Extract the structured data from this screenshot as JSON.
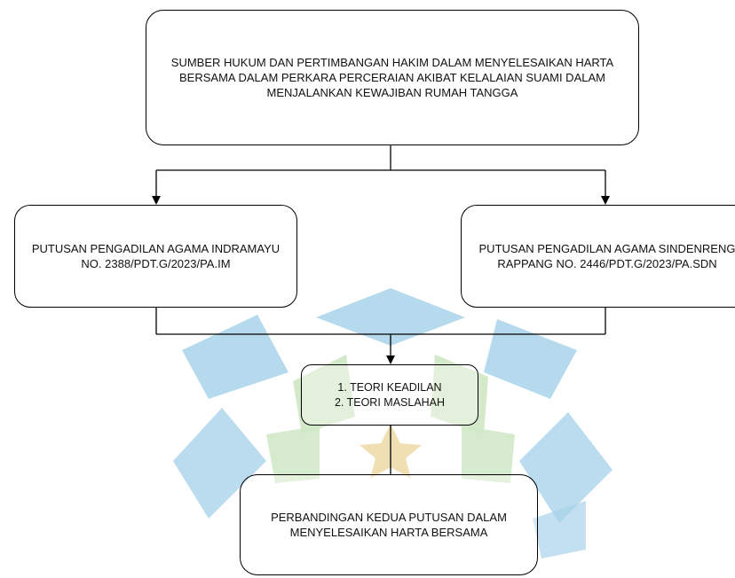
{
  "colors": {
    "line": "#000000",
    "watermark_blue": "#a9d3ea",
    "watermark_green": "#cfe7c4",
    "watermark_gold": "#f0ddb0"
  },
  "boxes": {
    "top": "SUMBER HUKUM DAN PERTIMBANGAN HAKIM DALAM MENYELESAIKAN HARTA\nBERSAMA DALAM PERKARA PERCERAIAN AKIBAT KELALAIAN SUAMI DALAM\nMENJALANKAN KEWAJIBAN RUMAH TANGGA",
    "left": "PUTUSAN PENGADILAN AGAMA INDRAMAYU\nNO. 2388/PDT.G/2023/PA.IM",
    "right": "PUTUSAN PENGADILAN AGAMA SINDENRENG\nRAPPANG NO. 2446/PDT.G/2023/PA.SDN",
    "theory": "1. TEORI KEADILAN\n2. TEORI MASLAHAH",
    "bottom": "PERBANDINGAN KEDUA PUTUSAN DALAM\nMENYELESAIKAN HARTA BERSAMA"
  }
}
